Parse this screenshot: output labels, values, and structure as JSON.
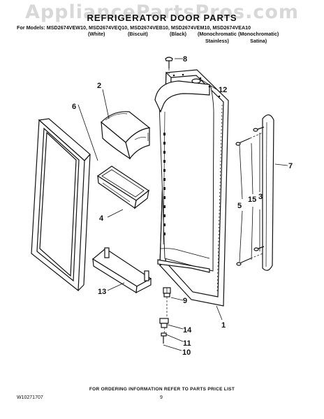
{
  "watermark": "AppliancePartsPros.com",
  "title": "REFRIGERATOR DOOR PARTS",
  "models_line": "For Models: MSD2674VEW10, MSD2674VEQ10, MSD2674VEB10, MSD2674VEM10, MSD2674VEA10",
  "finishes": [
    "(White)",
    "(Biscuit)",
    "(Black)",
    "(Monochromatic\nStainless)",
    "(Monochromatic)\nSatina)"
  ],
  "callouts": [
    "8",
    "2",
    "12",
    "6",
    "7",
    "3",
    "5",
    "15",
    "4",
    "13",
    "9",
    "14",
    "1",
    "11",
    "10"
  ],
  "footer": {
    "ordering_info": "FOR ORDERING INFORMATION REFER TO PARTS PRICE LIST",
    "doc_number": "W10271707",
    "page_number": "9"
  }
}
